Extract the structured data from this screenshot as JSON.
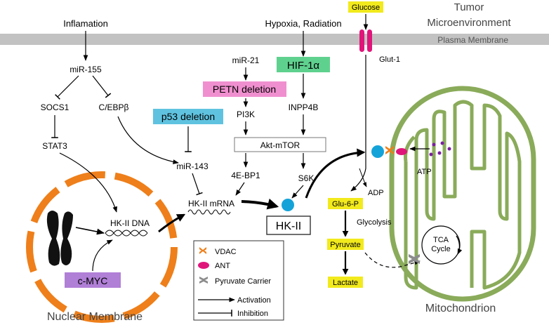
{
  "header": {
    "tumor_line1": "Tumor",
    "tumor_line2": "Microenvironment",
    "plasma_membrane": "Plasma Membrane"
  },
  "inputs": {
    "inflammation": "Inflamation",
    "hypoxia": "Hypoxia, Radiation",
    "glucose": "Glucose"
  },
  "nodes": {
    "mir155": "miR-155",
    "socs1": "SOCS1",
    "cebpb": "C/EBPβ",
    "stat3": "STAT3",
    "mir21": "miR-21",
    "petn": "PETN deletion",
    "pi3k": "PI3K",
    "akt": "Akt-mTOR",
    "ebp": "4E-BP1",
    "hif": "HIF-1α",
    "inpp4b": "INPP4B",
    "s6k": "S6K",
    "p53": "p53 deletion",
    "mir143": "miR-143",
    "hk_mrna": "HK-II mRNA",
    "hk_dna": "HK-II DNA",
    "hk2": "HK-II",
    "cmyc": "c-MYC",
    "glut1": "Glut-1",
    "adp": "ADP",
    "atp": "ATP",
    "glu6p": "Glu-6-P",
    "glycolysis": "Glycolysis",
    "pyruvate": "Pyruvate",
    "lactate": "Lactate",
    "tca_line1": "TCA",
    "tca_line2": "Cycle",
    "nuclear_membrane": "Nuclear Membrane",
    "mitochondrion": "Mitochondrion"
  },
  "legend": {
    "vdac": "VDAC",
    "ant": "ANT",
    "carrier": "Pyruvate Carrier",
    "activation": "Activation",
    "inhibition": "Inhibition"
  },
  "colors": {
    "membrane": "#bfbfbf",
    "nucleus": "#ee7f1a",
    "mito": "#8aab5a",
    "petn_box": "#f08fcf",
    "hif_box": "#5fd18e",
    "p53_box": "#5fc3e0",
    "cmyc_box": "#b07fd6",
    "yellow": "#f2ea1c",
    "vdac": "#ee7f1a",
    "ant": "#e0157a",
    "carrier": "#8c8c8c",
    "hk2_ball": "#14a3d9",
    "atp_dots": "#7a1fa0"
  }
}
